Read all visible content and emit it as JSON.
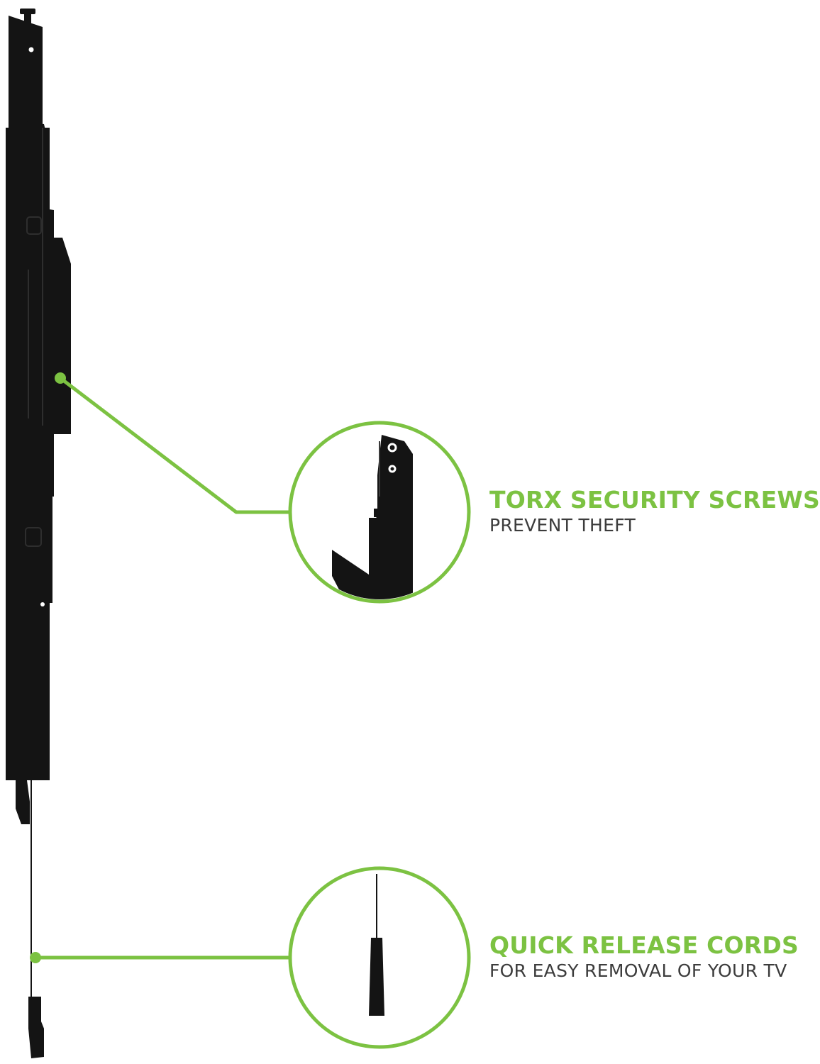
{
  "colors": {
    "accent": "#7cc242",
    "mount": "#141414",
    "text_dark": "#3c3c3c",
    "background": "#ffffff"
  },
  "features": [
    {
      "title": "TORX SECURITY SCREWS",
      "subtitle": "PREVENT THEFT",
      "icon": "torx-security-screw-bracket-icon"
    },
    {
      "title": "QUICK RELEASE CORDS",
      "subtitle": "FOR EASY REMOVAL OF YOUR TV",
      "icon": "quick-release-cord-pull-icon"
    }
  ]
}
